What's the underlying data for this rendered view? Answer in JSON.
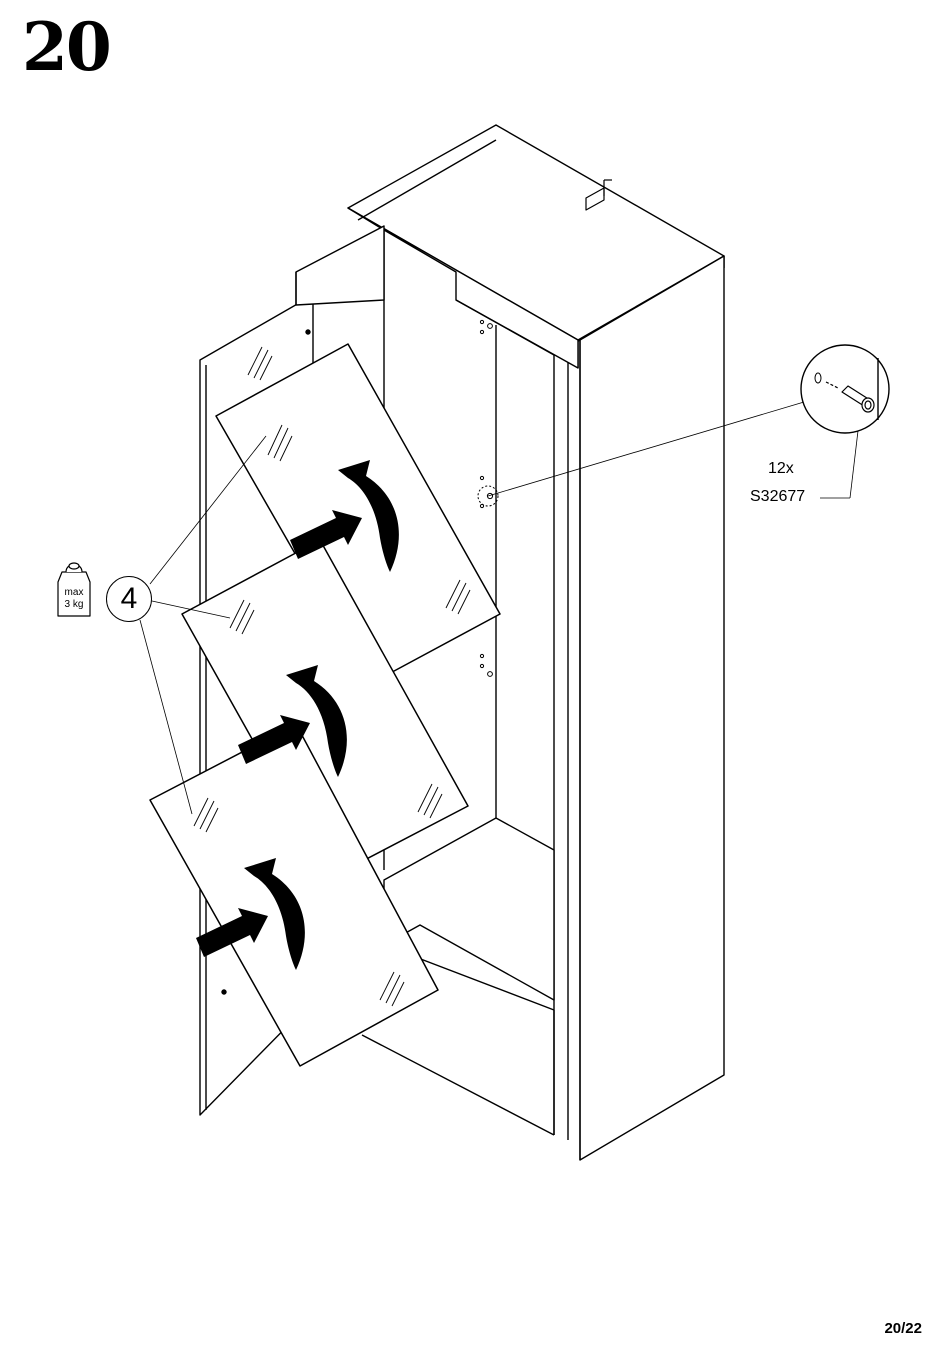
{
  "step": {
    "number": "20"
  },
  "part": {
    "quantity": "12x",
    "code": "S32677"
  },
  "shelves": {
    "quantity": "4"
  },
  "weight_limit": {
    "max_label": "max",
    "value": "3 kg"
  },
  "footer": {
    "page": "20/22"
  },
  "icons": [
    "weight-icon",
    "shelf-support-pin-icon",
    "insert-arrow-icon",
    "rotate-arrow-icon"
  ]
}
